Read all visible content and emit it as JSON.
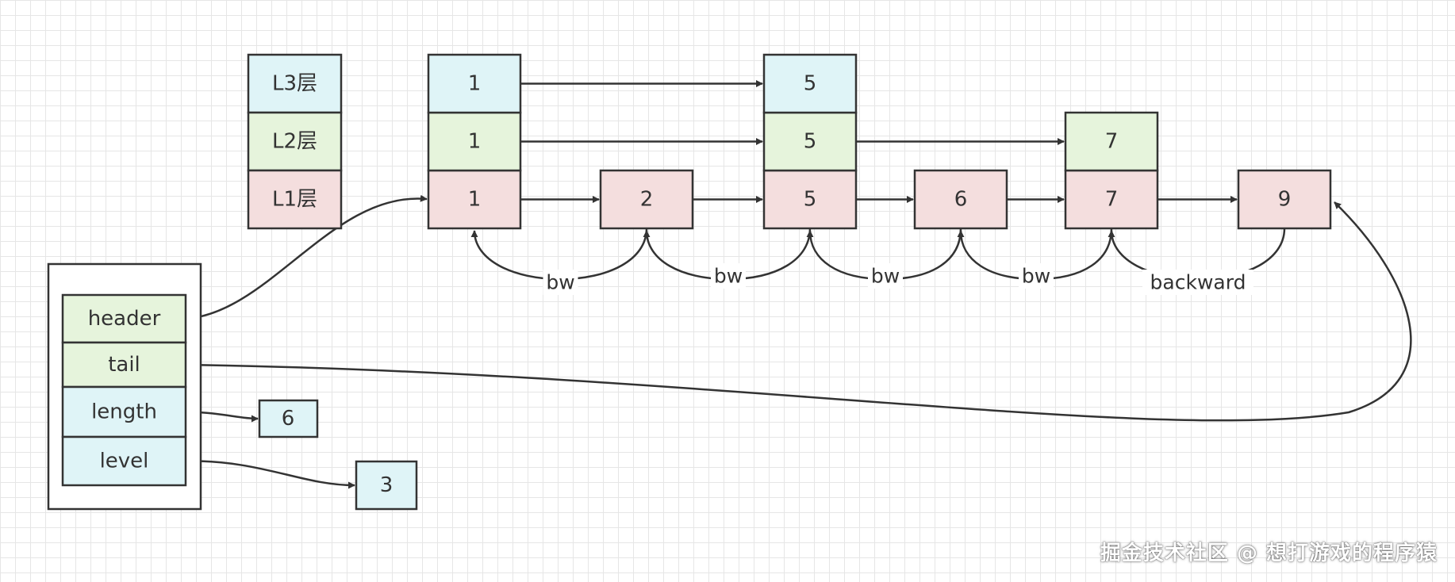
{
  "colors": {
    "l3": "#dff4f7",
    "l2": "#e6f4dc",
    "l1": "#f4dede",
    "struct_green": "#e6f4dc",
    "struct_blue": "#dff4f7",
    "stroke": "#333333"
  },
  "level_labels": [
    "L3层",
    "L2层",
    "L1层"
  ],
  "nodes": [
    {
      "label": "1",
      "levels": 3
    },
    {
      "label": "2",
      "levels": 1
    },
    {
      "label": "5",
      "levels": 3
    },
    {
      "label": "6",
      "levels": 1
    },
    {
      "label": "7",
      "levels": 2
    },
    {
      "label": "9",
      "levels": 1
    }
  ],
  "backward_labels": [
    "bw",
    "bw",
    "bw",
    "bw",
    "backward"
  ],
  "struct_fields": [
    {
      "name": "header",
      "color": "struct_green"
    },
    {
      "name": "tail",
      "color": "struct_green"
    },
    {
      "name": "length",
      "color": "struct_blue"
    },
    {
      "name": "level",
      "color": "struct_blue"
    }
  ],
  "length_value": "6",
  "level_value": "3",
  "watermark": "掘金技术社区 @ 想打游戏的程序猿"
}
